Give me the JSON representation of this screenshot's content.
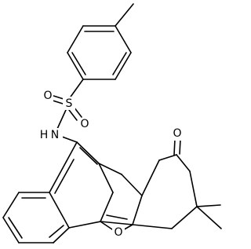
{
  "molecule": {
    "atoms": {
      "sulfur": "S",
      "sulfonyl_oxygen_left": "O",
      "sulfonyl_oxygen_right": "O",
      "amide_nitrogen": "N",
      "amide_hydrogen": "H",
      "ketone_oxygen": "O",
      "furan_oxygen": "O"
    }
  }
}
